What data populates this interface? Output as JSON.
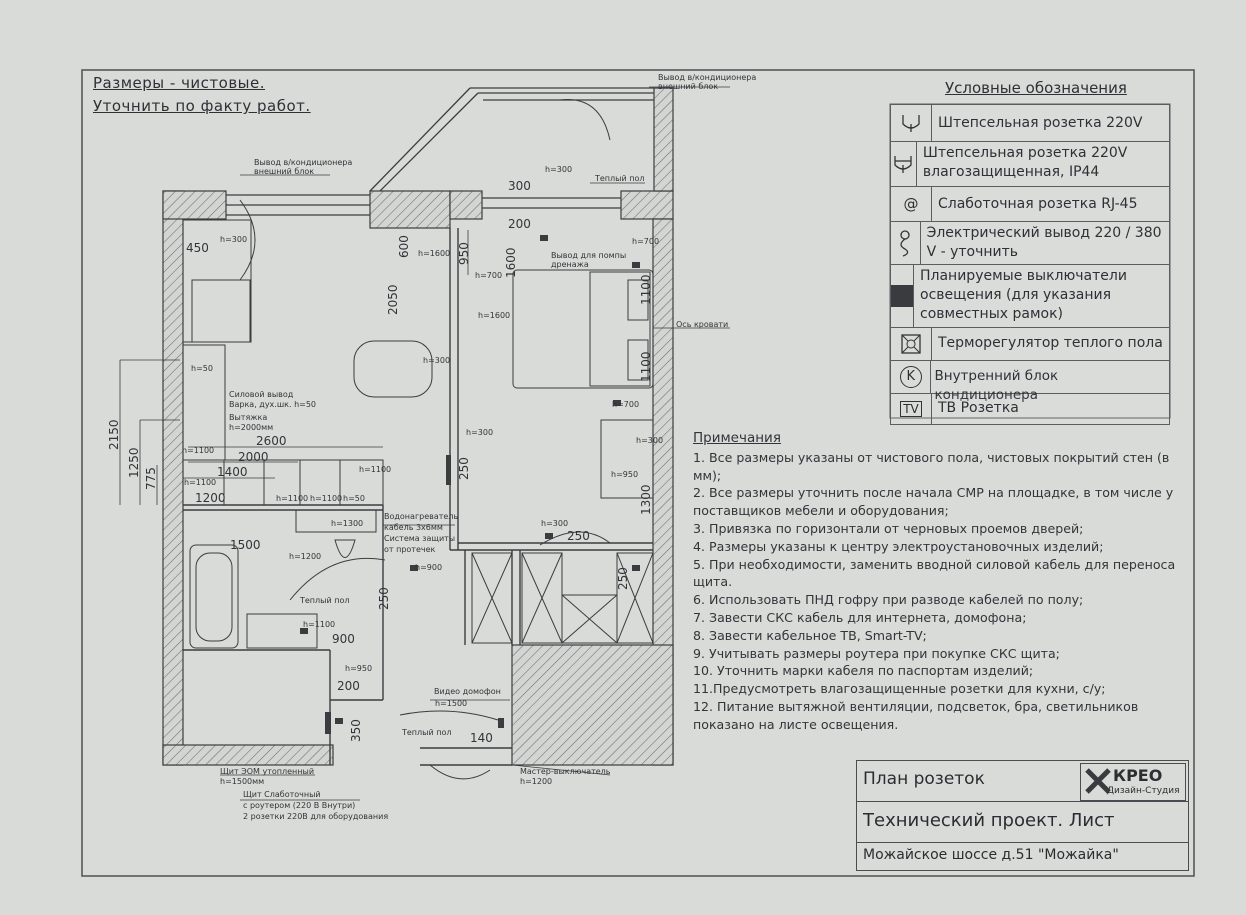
{
  "header": {
    "line1": "Размеры - чистовые.",
    "line2": "Уточнить по факту работ."
  },
  "legend": {
    "title": "Условные обозначения",
    "items": [
      {
        "icon": "socket-icon",
        "text": "Штепсельная розетка 220V"
      },
      {
        "icon": "waterproof-socket-icon",
        "text": "Штепсельная розетка 220V влагозащищенная, IP44"
      },
      {
        "icon": "rj45-icon",
        "symbol": "@",
        "text": "Слаботочная розетка RJ-45"
      },
      {
        "icon": "electric-outlet-icon",
        "text": "Электрический вывод 220 / 380 V - уточнить"
      },
      {
        "icon": "switch-icon",
        "text": "Планируемые выключатели освещения (для указания совместных рамок)"
      },
      {
        "icon": "thermostat-icon",
        "text": "Терморегулятор теплого пола"
      },
      {
        "icon": "ac-unit-icon",
        "symbol": "K",
        "text": "Внутренний блок кондиционера"
      },
      {
        "icon": "tv-icon",
        "symbol": "TV",
        "text": "ТВ Розетка"
      }
    ]
  },
  "notes": {
    "title": "Примечания",
    "items": [
      "1. Все размеры указаны от чистового пола, чистовых покрытий стен (в мм);",
      "2. Все размеры уточнить после начала СМР на площадке, в том числе у поставщиков мебели и оборудования;",
      "3. Привязка по горизонтали от черновых проемов дверей;",
      "4. Размеры указаны к центру электроустановочных изделий;",
      "5. При необходимости, заменить вводной силовой кабель для переноса щита.",
      "6. Использовать ПНД гофру при разводе кабелей по полу;",
      "7. Завести СКС кабель для интернета, домофона;",
      "8. Завести кабельное ТВ, Smart-TV;",
      "9. Учитывать размеры роутера при покупке СКС щита;",
      "10. Уточнить марки кабеля по паспортам изделий;",
      "11.Предусмотреть влагозащищенные розетки для кухни, с/у;",
      "12. Питание вытяжной вентиляции, подсветок, бра, светильников показано на листе освещения."
    ]
  },
  "title_block": {
    "sheet_name": "План розеток",
    "project": "Технический проект. Лист",
    "address": "Можайское шоссе д.51 \"Можайка\"",
    "logo_main": "КРЕО",
    "logo_sub": "Дизайн-Студия"
  },
  "plan_labels": {
    "ac_out_top": "Вывод в/кондиционера",
    "ac_out_top2": "внешний блок",
    "ac_out_left": "Вывод в/кондиционера",
    "ac_out_left2": "внешний блок",
    "warm_floor_top": "Теплый пол",
    "warm_floor_bath": "Теплый пол",
    "warm_floor_hall": "Теплый пол",
    "pump_out": "Вывод для помпы",
    "pump_out2": "дренажа",
    "bed_axis": "Ось кровати",
    "power_out": "Силовой вывод",
    "power_out2": "Варка, дух.шк. h=50",
    "hood": "Вытяжка",
    "hood_h": "h=2000мм",
    "water_heater": "Водонагреватель",
    "cable": "кабель 3х6мм",
    "leak": "Система защиты",
    "leak2": "от протечек",
    "intercom": "Видео домофон",
    "intercom_h": "h=1500",
    "master_switch": "Мастер-выключатель",
    "master_h": "h=1200",
    "panel1": "Щит ЭОМ утопленный",
    "panel1_h": "h=1500мм",
    "panel2": "Щит Слаботочный",
    "panel2b": "с роутером (220 В Внутри)",
    "panel2c": "2 розетки 220В для оборудования",
    "dims": {
      "d300a": "300",
      "d200a": "200",
      "d450": "450",
      "d600": "600",
      "d950": "950",
      "d1600": "1600",
      "d2050": "2050",
      "d1100a": "1100",
      "d1100b": "1100",
      "d1300": "1300",
      "d250a": "250",
      "d250b": "250",
      "d250c": "250",
      "d2150": "2150",
      "d1250": "1250",
      "d775": "775",
      "d2600": "2600",
      "d2000": "2000",
      "d1400": "1400",
      "d1200": "1200",
      "d1500": "1500",
      "d250d": "250",
      "d900": "900",
      "d200b": "200",
      "d350": "350",
      "d140": "140"
    },
    "heights": {
      "h300a": "h=300",
      "h300b": "h=300",
      "h300c": "h=300",
      "h300d": "h=300",
      "h300e": "h=300",
      "h300f": "h=300",
      "h1600a": "h=1600",
      "h1600b": "h=1600",
      "h700a": "h=700",
      "h700b": "h=700",
      "h700c": "h=700",
      "h50a": "h=50",
      "h50b": "h=50",
      "h1100a": "h=1100",
      "h1100b": "h=1100",
      "h1100c": "h=1100",
      "h1100d": "h=1100",
      "h1100e": "h=1100",
      "h950a": "h=950",
      "h950b": "h=950",
      "h1200": "h=1200",
      "h1300": "h=1300",
      "h900": "h=900",
      "h1500": "h=1500"
    }
  },
  "colors": {
    "paper": "#d9dbd8",
    "ink": "#2e2e32",
    "hatch": "#6b6d72"
  }
}
